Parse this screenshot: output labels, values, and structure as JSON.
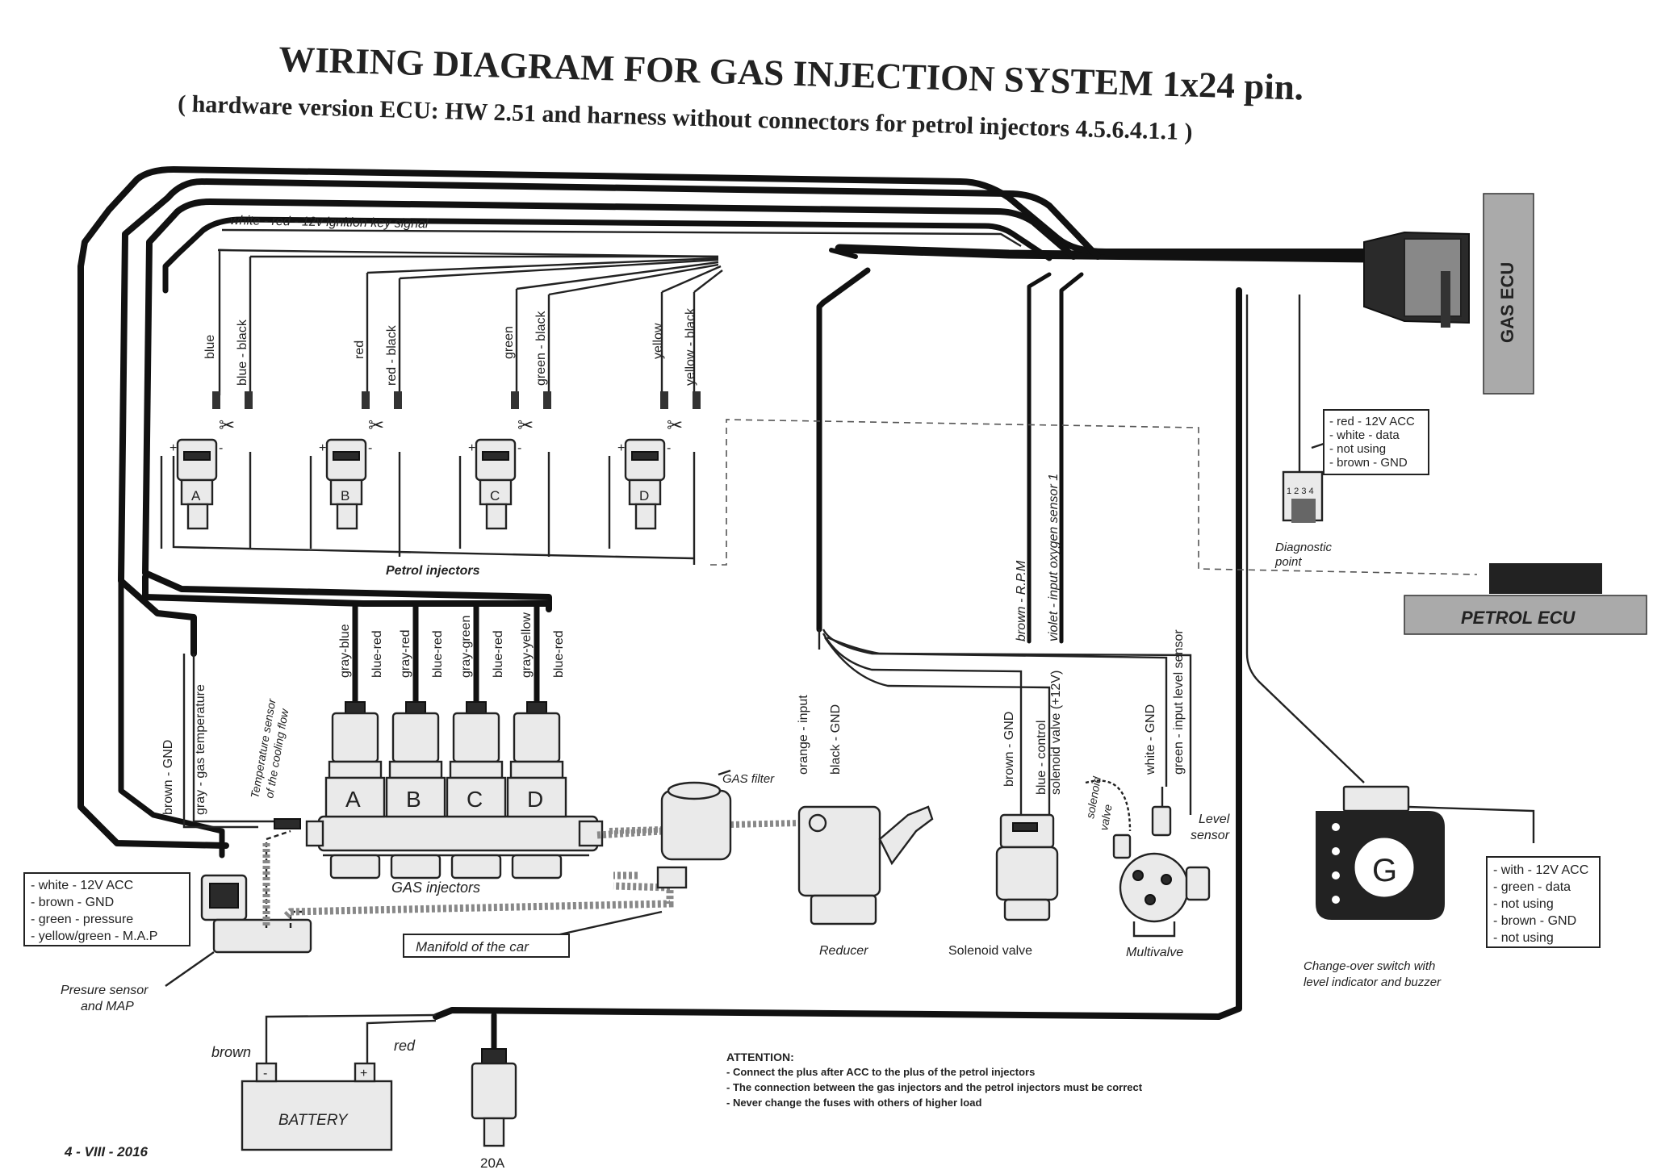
{
  "title": {
    "line1": "WIRING DIAGRAM FOR GAS INJECTION SYSTEM 1x24 pin.",
    "line2": "( hardware version ECU: HW 2.51 and harness without connectors for petrol injectors 4.5.6.4.1.1 )"
  },
  "ignition_wire": "white - red - 12v ignition key signal",
  "gas_ecu": {
    "label": "GAS ECU"
  },
  "petrol_ecu": {
    "label": "PETROL ECU"
  },
  "petrol_injectors": {
    "caption": "Petrol injectors",
    "items": [
      {
        "letter": "A",
        "wire_plus": "blue",
        "wire_minus": "blue - black"
      },
      {
        "letter": "B",
        "wire_plus": "red",
        "wire_minus": "red - black"
      },
      {
        "letter": "C",
        "wire_plus": "green",
        "wire_minus": "green - black"
      },
      {
        "letter": "D",
        "wire_plus": "yellow",
        "wire_minus": "yellow - black"
      }
    ],
    "plus_sign": "+",
    "minus_sign": "-"
  },
  "gas_injectors": {
    "caption": "GAS injectors",
    "items": [
      {
        "letter": "A",
        "wire_a": "gray-blue",
        "wire_b": "blue-red"
      },
      {
        "letter": "B",
        "wire_a": "gray-red",
        "wire_b": "blue-red"
      },
      {
        "letter": "C",
        "wire_a": "gray-green",
        "wire_b": "blue-red"
      },
      {
        "letter": "D",
        "wire_a": "gray-yellow",
        "wire_b": "blue-red"
      }
    ]
  },
  "temp_sensor": {
    "wire_gnd": "brown - GND",
    "wire_temp": "gray - gas temperature",
    "label_line1": "Temperature sensor",
    "label_line2": "of the cooling flow"
  },
  "pressure_sensor": {
    "pins": [
      "- white - 12V ACC",
      "- brown - GND",
      "- green - pressure",
      "- yellow/green - M.A.P"
    ],
    "label_line1": "Presure sensor",
    "label_line2": "and MAP"
  },
  "manifold": {
    "label": "Manifold of the car"
  },
  "gas_filter": {
    "label": "GAS filter"
  },
  "reducer": {
    "label": "Reducer",
    "wire_input": "orange - input",
    "wire_gnd": "black - GND"
  },
  "solenoid_valve": {
    "label": "Solenoid valve",
    "wire_gnd": "brown - GND",
    "wire_ctrl_line1": "blue - control",
    "wire_ctrl_line2": "solenoid valve (+12V)"
  },
  "multivalve": {
    "label": "Multivalve",
    "solenoid_line1": "solenoid",
    "solenoid_line2": "valve",
    "wire_gnd": "white - GND",
    "wire_level": "green - input level sensor",
    "level_line1": "Level",
    "level_line2": "sensor"
  },
  "rpm_wires": {
    "rpm": "brown - R.P.M",
    "oxygen": "violet - input oxygen sensor 1"
  },
  "diagnostic": {
    "pins": [
      "- red - 12V ACC",
      "- white - data",
      "- not using",
      "- brown - GND"
    ],
    "pin_numbers": "1 2 3 4",
    "label_line1": "Diagnostic",
    "label_line2": "point"
  },
  "switch": {
    "letter": "G",
    "pins": [
      "- with - 12V ACC",
      "- green - data",
      "- not using",
      "- brown - GND",
      "- not using"
    ],
    "label_line1": "Change-over switch with",
    "label_line2": "level indicator and buzzer"
  },
  "battery": {
    "label": "BATTERY",
    "wire_minus": "brown",
    "wire_plus": "red",
    "minus_sign": "-",
    "plus_sign": "+"
  },
  "fuse": {
    "label": "20A"
  },
  "attention": {
    "heading": "ATTENTION:",
    "lines": [
      "- Connect the plus after ACC to the plus of the petrol injectors",
      "- The connection between the gas injectors and the petrol injectors must be correct",
      "- Never change the fuses with others of higher load"
    ]
  },
  "date": "4 - VIII - 2016"
}
